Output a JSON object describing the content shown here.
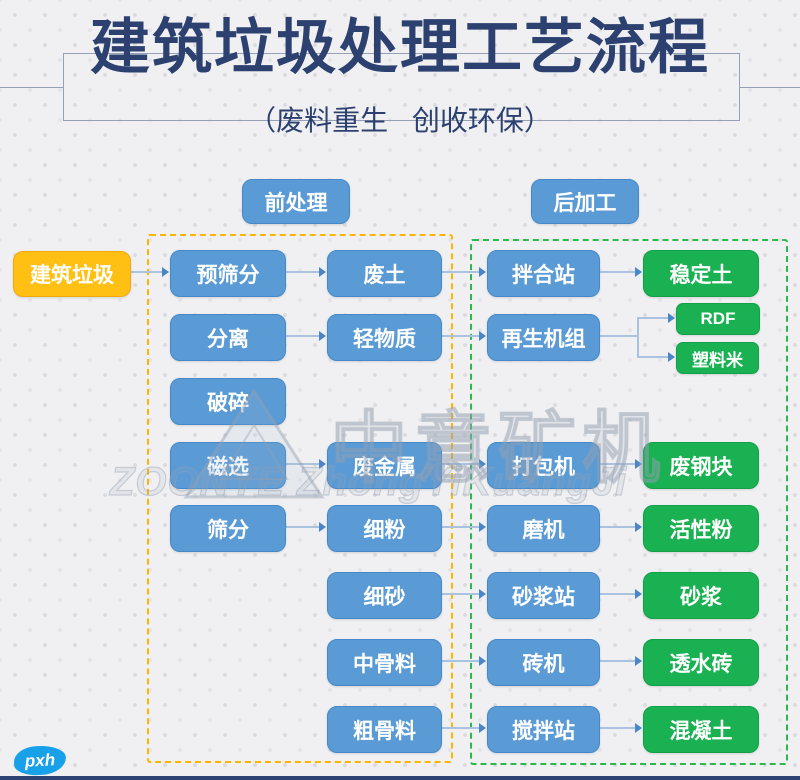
{
  "header": {
    "title": "建筑垃圾处理工艺流程",
    "subtitle": "（废料重生 创收环保）"
  },
  "section_headers": {
    "pre": "前处理",
    "post": "后加工"
  },
  "flow": {
    "source": "建筑垃圾",
    "pre_processing": [
      "预筛分",
      "分离",
      "破碎",
      "磁选",
      "筛分"
    ],
    "intermediate": [
      "废土",
      "轻物质",
      "废金属",
      "细粉",
      "细砂",
      "中骨料",
      "粗骨料"
    ],
    "post_processing": [
      "拌合站",
      "再生机组",
      "打包机",
      "磨机",
      "砂浆站",
      "砖机",
      "搅拌站"
    ],
    "products": [
      "稳定土",
      "RDF",
      "塑料米",
      "废钢块",
      "活性粉",
      "砂浆",
      "透水砖",
      "混凝土"
    ]
  },
  "watermark": {
    "brand_cn": "中意矿机",
    "brand_en": "ZOONYE ZhongYiKuangJi"
  },
  "stamp": "pxh",
  "colors": {
    "title_navy": "#2c4170",
    "process_blue": "#5b9bd5",
    "product_green": "#1ab153",
    "source_yellow": "#ffc013",
    "pre_zone_border": "#ffb400",
    "post_zone_border": "#2cb84d",
    "connector_line": "#a9c2e0",
    "arrowhead_blue": "#4a86c8"
  }
}
